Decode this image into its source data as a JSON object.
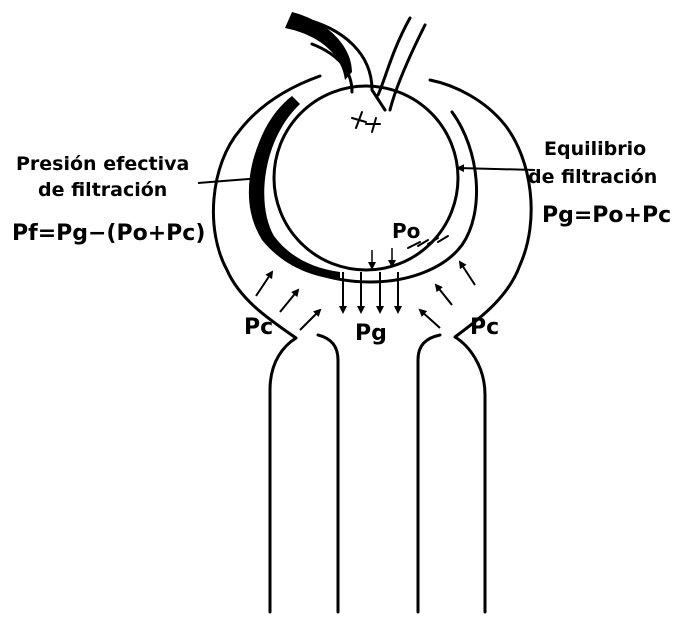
{
  "labels": {
    "left_title_line1": "Presión efectiva",
    "left_title_line2": "de filtración",
    "left_formula": "Pf=Pg−(Po+Pc)",
    "right_title_line1": "Equilibrio",
    "right_title_line2": "de filtración",
    "right_formula": "Pg=Po+Pc",
    "po": "Po",
    "pg": "Pg",
    "pc_left": "Pc",
    "pc_right": "Pc"
  },
  "colors": {
    "ink": "#000000",
    "background": "#ffffff"
  }
}
